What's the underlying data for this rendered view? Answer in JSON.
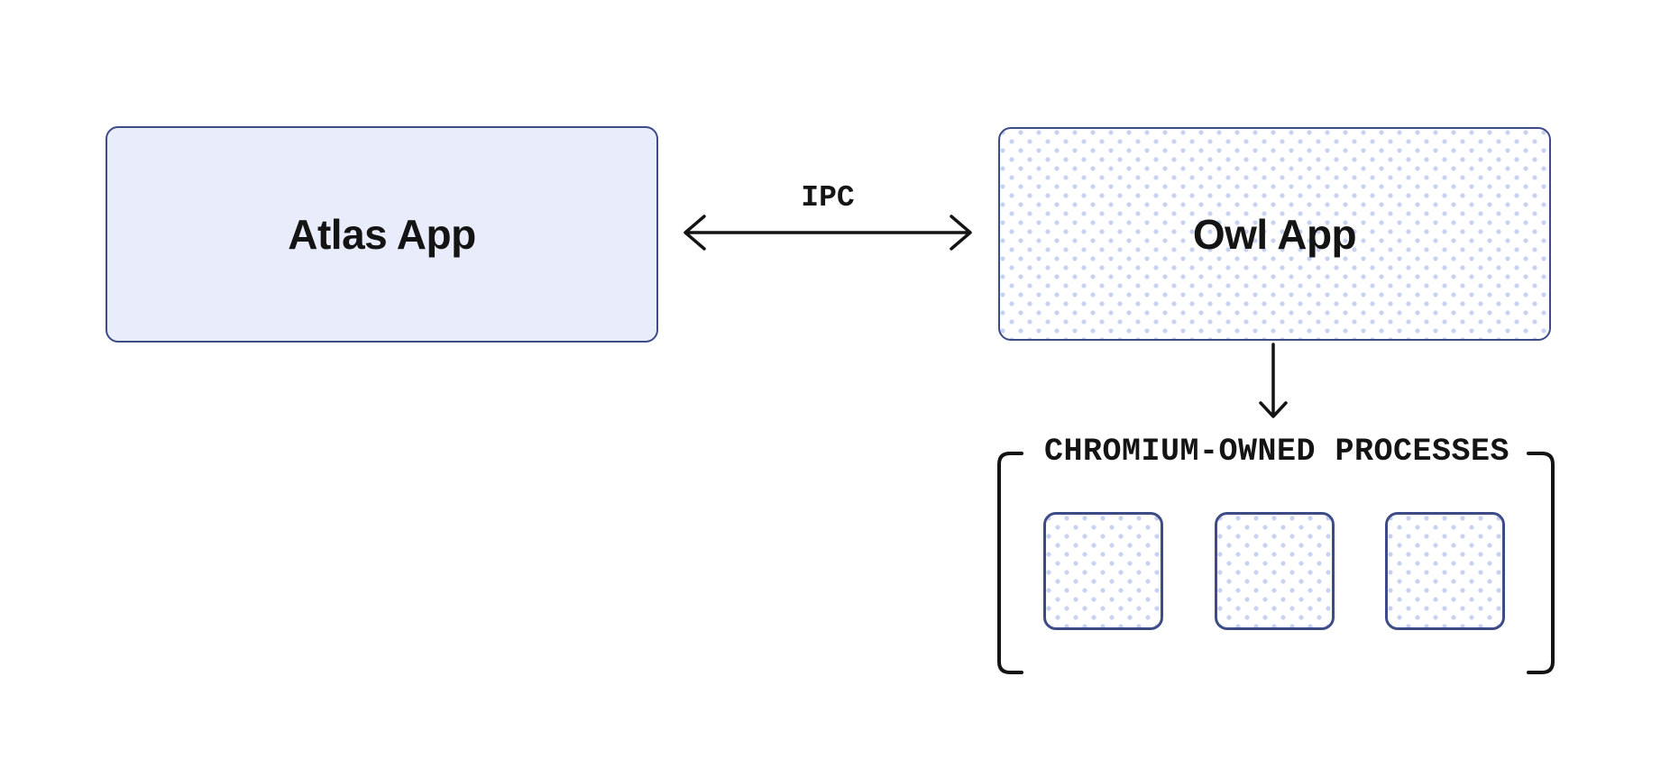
{
  "diagram": {
    "nodes": {
      "atlas": {
        "label": "Atlas App",
        "fill": "solid"
      },
      "owl": {
        "label": "Owl App",
        "fill": "dotted"
      }
    },
    "edges": {
      "ipc": {
        "label": "IPC",
        "type": "bidirectional-arrow",
        "from": "atlas",
        "to": "owl"
      },
      "owl_to_processes": {
        "label": "",
        "type": "down-arrow",
        "from": "owl",
        "to": "chromium_processes_group"
      }
    },
    "group": {
      "label": "CHROMIUM-OWNED PROCESSES",
      "bracketed": true,
      "process_box_count": 3
    }
  },
  "theme": {
    "ink": "#141414",
    "node_border": "#3d4c87",
    "node_fill_solid": "#e9edfb",
    "dot_color": "#c7d1f0",
    "canvas_bg": "#ffffff"
  }
}
